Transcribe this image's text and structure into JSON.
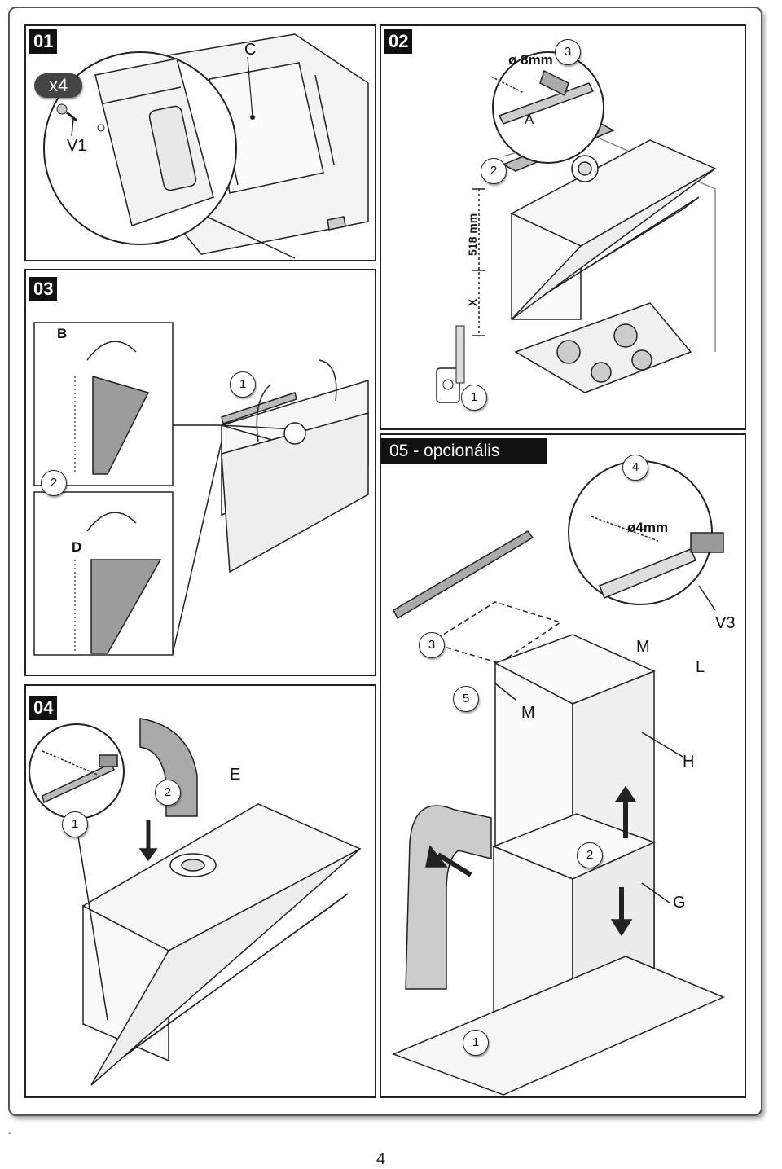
{
  "panels": {
    "p01": {
      "tag": "01",
      "count": "x4",
      "screw": "V1",
      "part": "C"
    },
    "p02": {
      "tag": "02",
      "drill": "ø 8mm",
      "step_drill": "3",
      "bracket": "A",
      "step_mark": "2",
      "height": "518 mm",
      "distance": "X",
      "step_measure": "1"
    },
    "p03": {
      "tag": "03",
      "b": "B",
      "d": "D",
      "step1": "1",
      "step2": "2"
    },
    "p04": {
      "tag": "04",
      "duct": "E",
      "step1": "1",
      "step2": "2"
    },
    "p05": {
      "tag": "05 - opcionális",
      "drill": "ø4mm",
      "step4": "4",
      "screw": "V3",
      "m1": "M",
      "m2": "M",
      "l": "L",
      "h": "H",
      "g": "G",
      "step1": "1",
      "step2": "2",
      "step3": "3",
      "step5": "5"
    }
  },
  "footer": {
    "dash": "-",
    "page": "4"
  }
}
